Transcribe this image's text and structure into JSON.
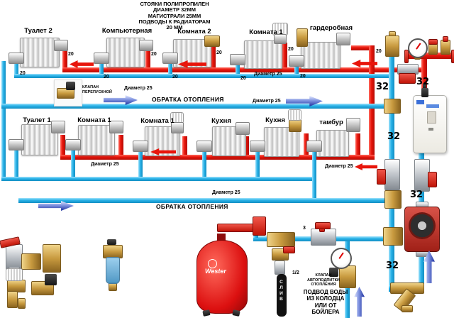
{
  "title": [
    "СТОЯКИ ПОЛИПРОПИЛЕН",
    "ДИАМЕТР 32ММ",
    "МАГИСТРАЛИ 25ММ",
    "ПОДВОДЫ К РАДИАТОРАМ",
    "20 ММ"
  ],
  "rooms": {
    "top": [
      "Туалет 2",
      "Компьютерная",
      "Комната 2",
      "Комната 1",
      "гардеробная"
    ],
    "bottom": [
      "Туалет 1",
      "Комната 1",
      "Комната 1",
      "Кухня",
      "Кухня",
      "тамбур"
    ]
  },
  "labels": {
    "d20": "20",
    "d25": "Диаметр 25",
    "d32": "32",
    "return_line": "ОБРАТКА ОТОПЛЕНИЯ",
    "three": "3",
    "half_inch": "1/2",
    "drain": "СЛИВ",
    "tank_brand": "Wester"
  },
  "bypass": [
    "КЛАПАН",
    "ПЕРЕПУСКНОЙ"
  ],
  "autofeed": [
    "КЛАПАН",
    "АВТОПОДПИТКИ",
    "ОТОПЛЕНИЯ"
  ],
  "water": [
    "ПОДВОД ВОДЫ",
    "ИЗ КОЛОДЦА",
    "ИЛИ ОТ",
    "БОЙЛЕРА"
  ],
  "colors": {
    "supply_pipe": "#e8150b",
    "return_pipe": "#29b2e8",
    "arrow_blue": "#1d2f9e",
    "brass": "#c89a3f",
    "tank_red": "#dc1010"
  }
}
